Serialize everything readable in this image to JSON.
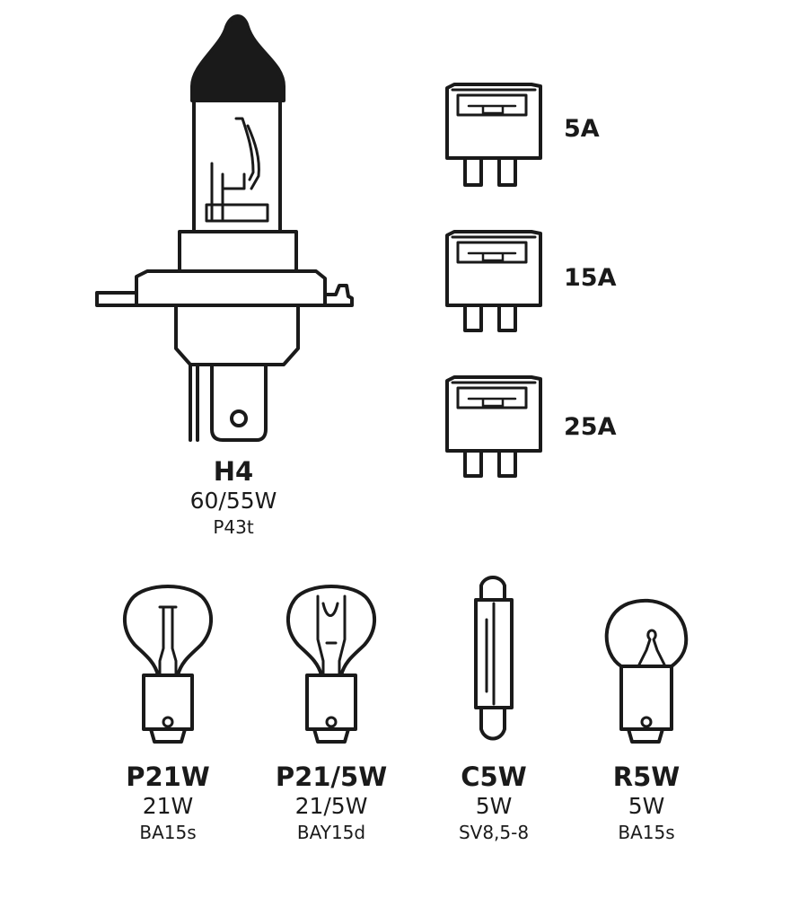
{
  "main_bulb": {
    "name": "H4",
    "wattage": "60/55W",
    "base": "P43t",
    "icon": "h4-headlight-bulb-icon"
  },
  "fuses": [
    {
      "label": "5A",
      "icon": "blade-fuse-icon"
    },
    {
      "label": "15A",
      "icon": "blade-fuse-icon"
    },
    {
      "label": "25A",
      "icon": "blade-fuse-icon"
    }
  ],
  "bulbs": [
    {
      "name": "P21W",
      "wattage": "21W",
      "base": "BA15s",
      "icon": "p21w-bulb-icon"
    },
    {
      "name": "P21/5W",
      "wattage": "21/5W",
      "base": "BAY15d",
      "icon": "p21-5w-bulb-icon"
    },
    {
      "name": "C5W",
      "wattage": "5W",
      "base": "SV8,5-8",
      "icon": "c5w-festoon-bulb-icon"
    },
    {
      "name": "R5W",
      "wattage": "5W",
      "base": "BA15s",
      "icon": "r5w-bulb-icon"
    }
  ],
  "colors": {
    "line": "#1a1a1a",
    "background": "#ffffff"
  }
}
